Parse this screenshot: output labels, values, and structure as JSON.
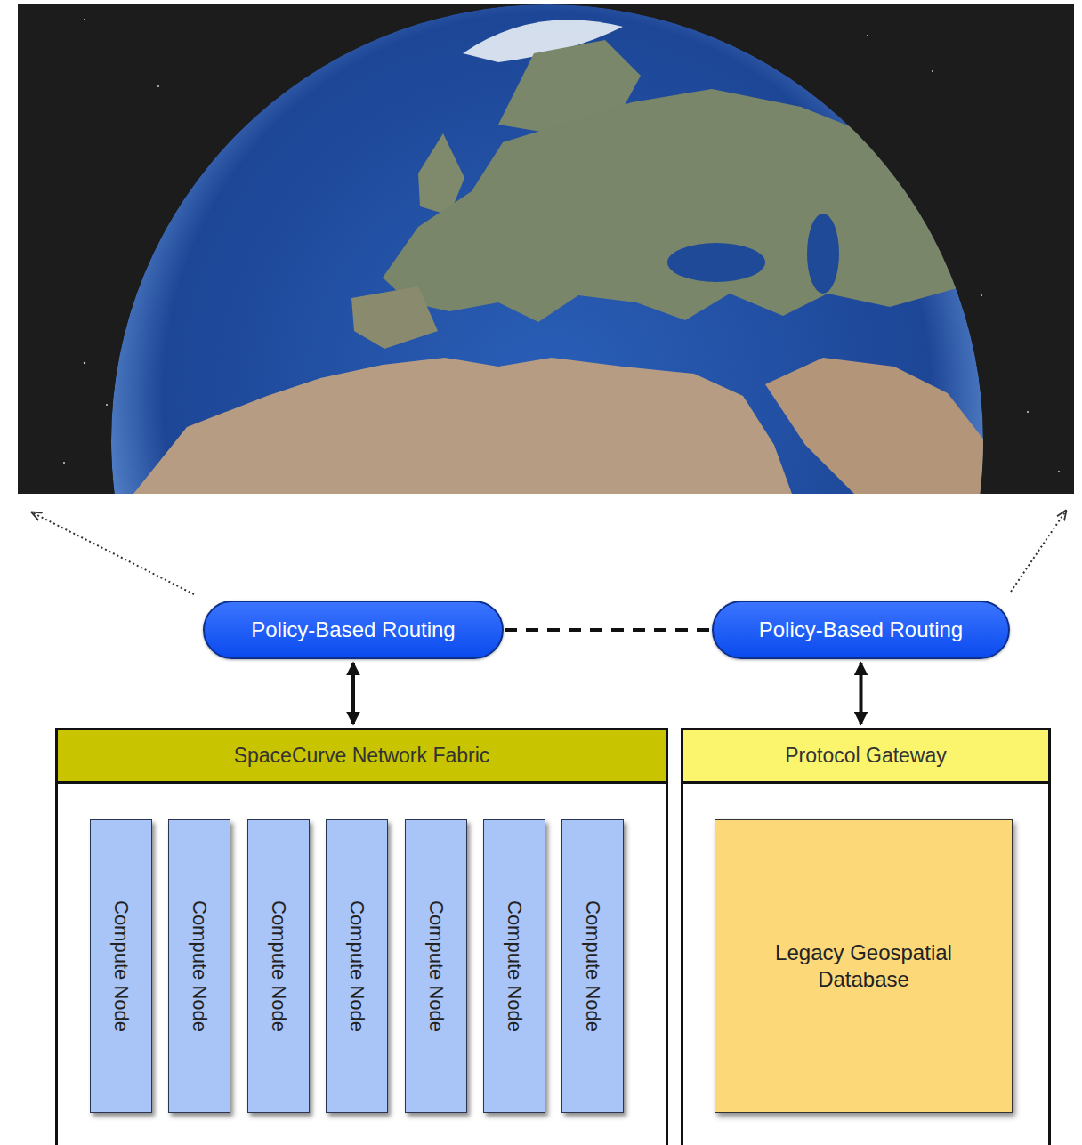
{
  "diagram": {
    "nodes": [
      {
        "text": [
          "Policy-Based Routing"
        ]
      },
      {
        "text": [
          "Policy-Based Routing"
        ]
      },
      {
        "text": [
          "SpaceCurve Network Fabric"
        ]
      },
      {
        "text": [
          "Compute Node"
        ],
        "in": 2
      },
      {
        "text": [
          "Compute Node"
        ],
        "in": 2
      },
      {
        "text": [
          "Compute Node"
        ],
        "in": 2
      },
      {
        "text": [
          "Compute Node"
        ],
        "in": 2
      },
      {
        "text": [
          "Compute Node"
        ],
        "in": 2
      },
      {
        "text": [
          "Compute Node"
        ],
        "in": 2
      },
      {
        "text": [
          "Compute Node"
        ],
        "in": 2
      },
      {
        "text": [
          "Protocol Gateway"
        ]
      },
      {
        "text": [
          "Legacy Geospatial Database"
        ],
        "in": 10
      }
    ],
    "edges": [
      {
        "from": 0,
        "to": 1,
        "arrow": "none"
      },
      {
        "from": 0,
        "to": 2,
        "arrow": "both"
      },
      {
        "from": 1,
        "to": 10,
        "arrow": "both"
      }
    ]
  }
}
